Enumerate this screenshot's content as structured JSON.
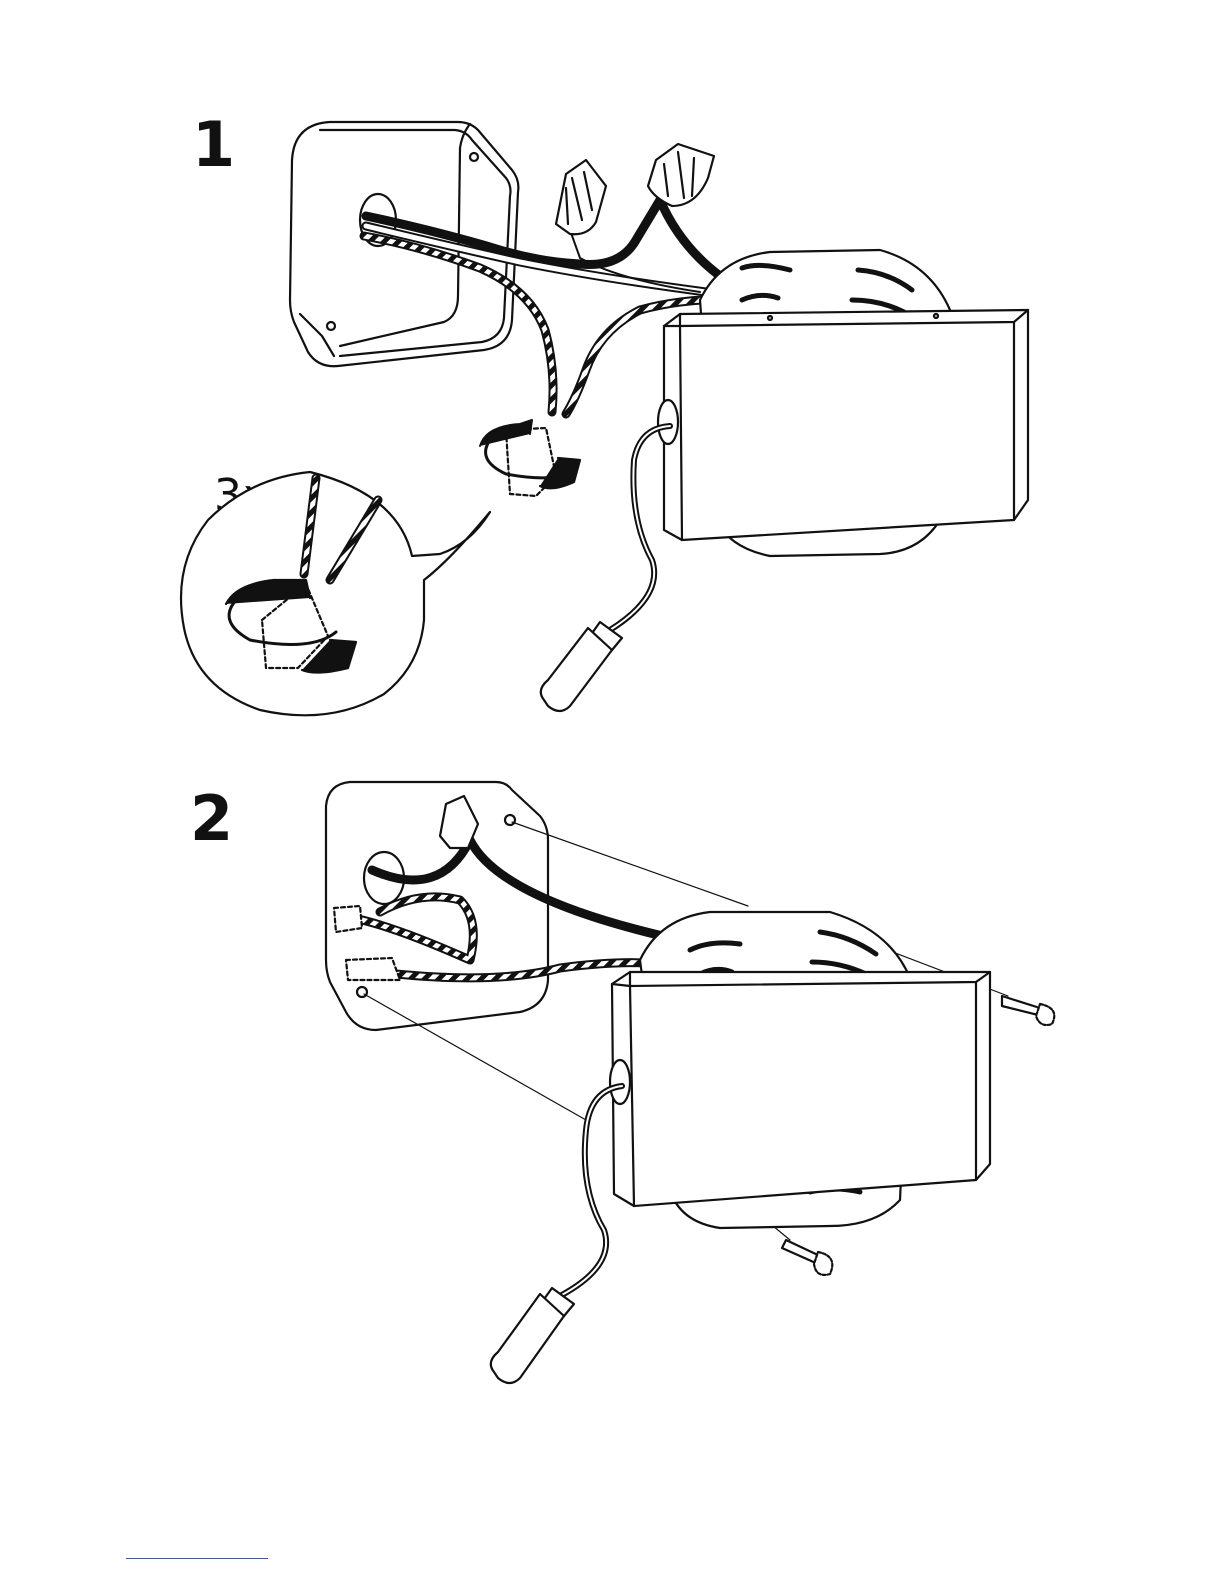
{
  "steps": [
    {
      "number": "1",
      "quantity_label": "3x"
    },
    {
      "number": "2"
    }
  ],
  "colors": {
    "ink": "#111111",
    "paper": "#ffffff",
    "footer_rule": "#3355cc"
  },
  "icons": [
    "junction-box",
    "wire-nut",
    "rotate-arrow",
    "mounting-plate",
    "transformer-box",
    "power-cord-plug",
    "screw"
  ]
}
